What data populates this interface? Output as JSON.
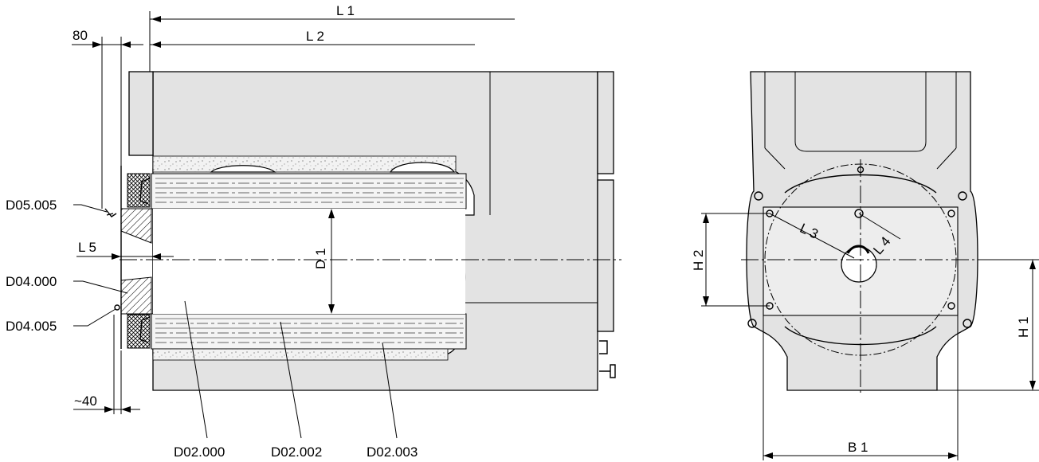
{
  "labels": {
    "l1": "L 1",
    "l2": "L 2",
    "l3": "L 3",
    "l4": "L 4",
    "l5": "L 5",
    "d1": "D 1",
    "h1": "H 1",
    "h2": "H 2",
    "b1": "B 1",
    "dim_80": "80",
    "dim_40": "~40"
  },
  "part_numbers": {
    "d05_005": "D05.005",
    "d04_000": "D04.000",
    "d04_005": "D04.005",
    "d02_000": "D02.000",
    "d02_002": "D02.002",
    "d02_003": "D02.003"
  }
}
